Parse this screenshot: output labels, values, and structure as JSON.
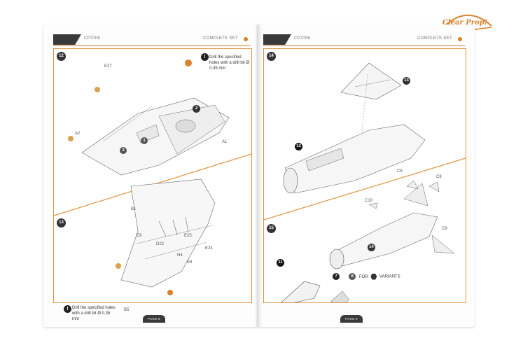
{
  "brand": {
    "logo_text": "Clear Prop!"
  },
  "left_page": {
    "header": {
      "code": "CP7006",
      "set_label": "COMPLETE SET"
    },
    "steps": [
      {
        "number": "12",
        "note": "Drill the specified holes with a drill bit Ø 0.35 mm",
        "labels": [
          "E27",
          "A2",
          "A1"
        ],
        "callouts": [
          "1",
          "2",
          "3"
        ]
      },
      {
        "number": "13",
        "note": "Drill the specified holes with a drill bit Ø 0.35 mm",
        "labels": [
          "B1",
          "E9",
          "D22",
          "E25",
          "E24",
          "H4",
          "E8",
          "B5"
        ]
      }
    ],
    "footer": "PAGE 8"
  },
  "right_page": {
    "header": {
      "code": "CP7006",
      "set_label": "COMPLETE SET"
    },
    "steps": [
      {
        "number": "14",
        "labels": [
          "13",
          "12"
        ]
      },
      {
        "number": "15",
        "labels": [
          "C5",
          "C8",
          "C10",
          "C9",
          "11",
          "14",
          "7",
          "8"
        ],
        "variants_text": "FOR",
        "variants_label": "VARIANTS"
      }
    ],
    "footer": "PAGE 9"
  },
  "icons": {
    "note": "exclamation-icon",
    "drill": "drill-icon"
  },
  "colors": {
    "accent": "#e1933f",
    "ink": "#333333"
  }
}
